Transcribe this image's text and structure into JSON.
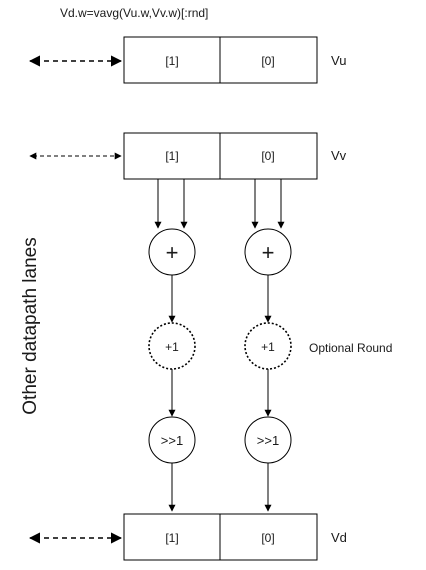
{
  "title": "Vd.w=vavg(Vu.w,Vv.w)[:rnd]",
  "side_label": "Other datapath lanes",
  "registers": {
    "vu": {
      "name": "Vu",
      "lane1": "[1]",
      "lane0": "[0]"
    },
    "vv": {
      "name": "Vv",
      "lane1": "[1]",
      "lane0": "[0]"
    },
    "vd": {
      "name": "Vd",
      "lane1": "[1]",
      "lane0": "[0]"
    }
  },
  "ops": {
    "add": "+",
    "round": "+1",
    "shift": ">>1"
  },
  "round_note": "Optional Round"
}
